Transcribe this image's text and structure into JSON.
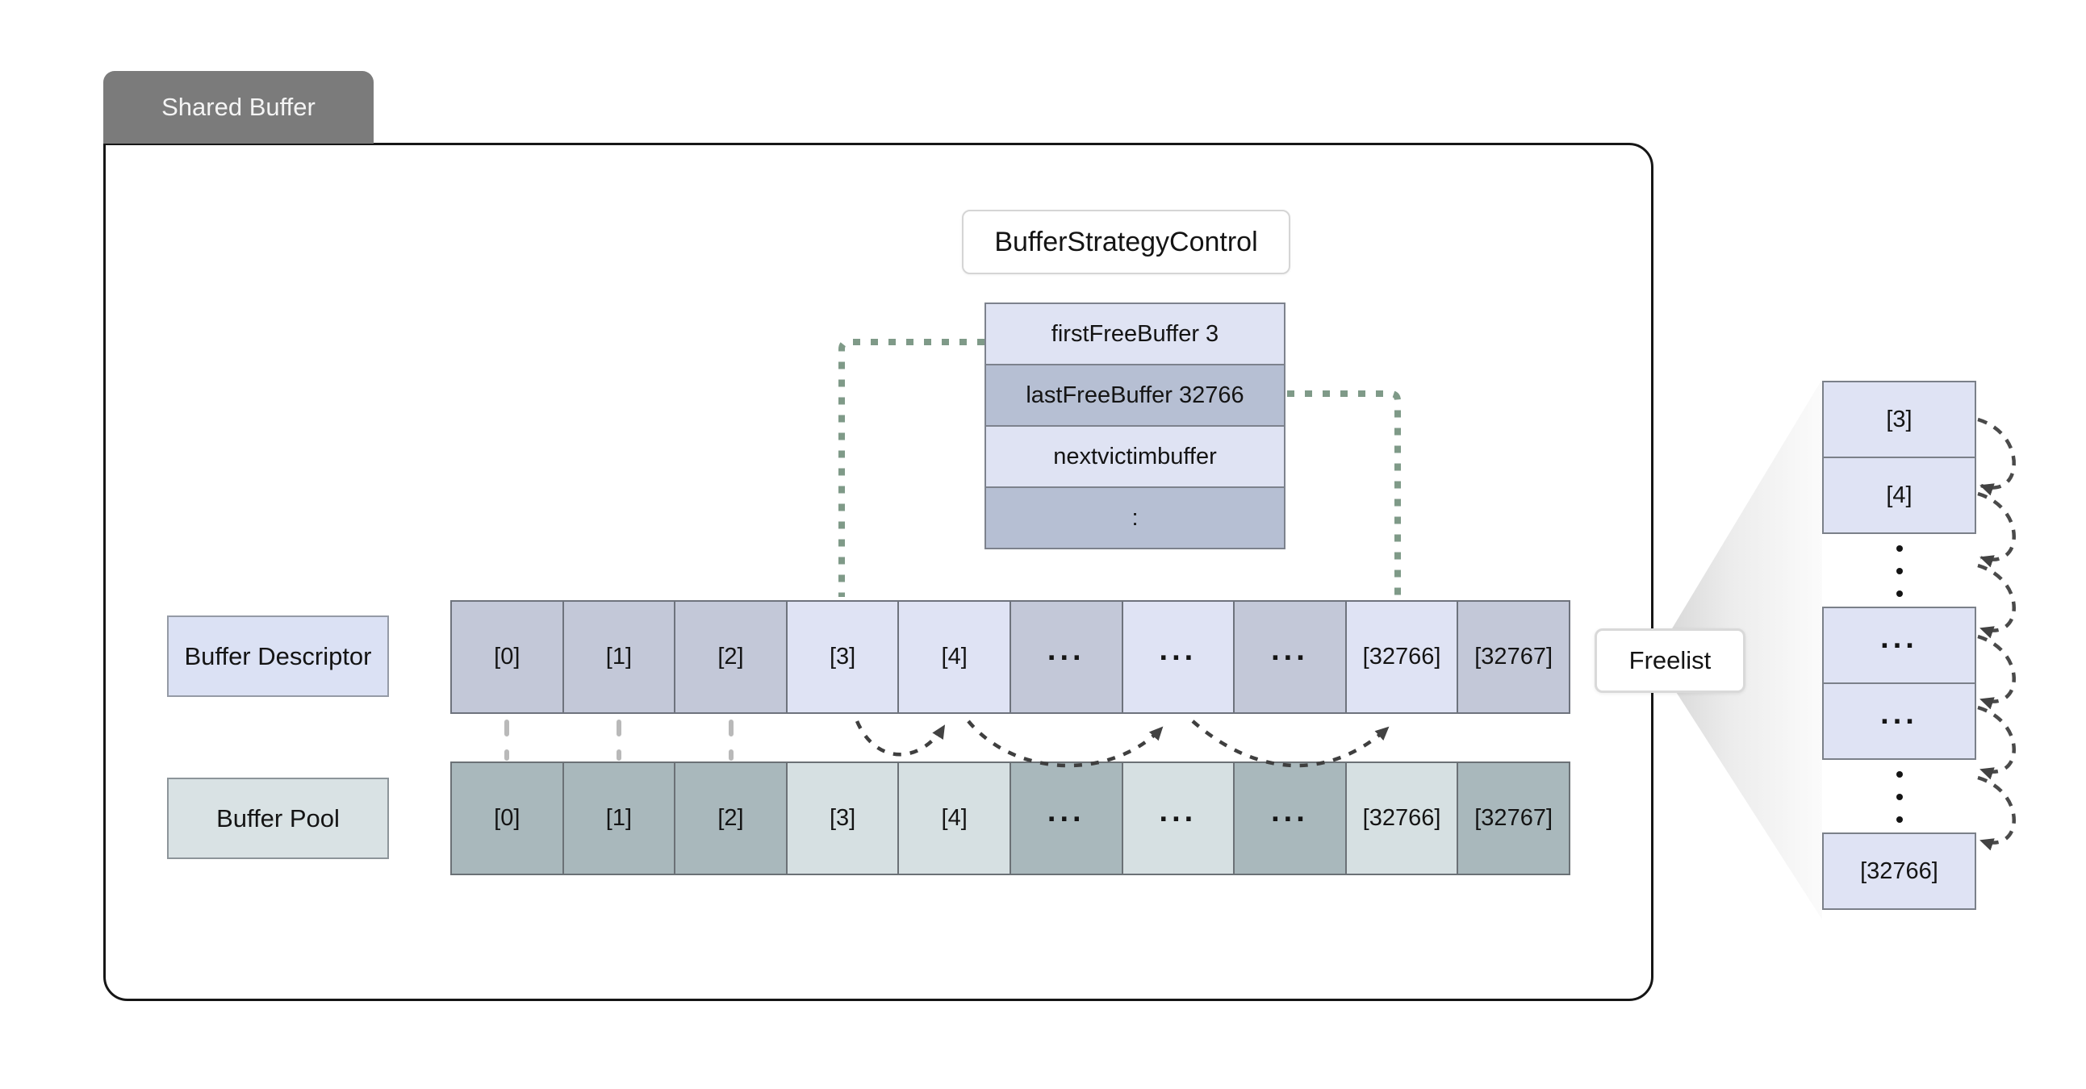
{
  "colors": {
    "tab_bg": "#7b7b7b",
    "accent_green": "#7f9a88",
    "ctrl_light": "#dfe3f3",
    "ctrl_dark": "#b6bfd3",
    "desc_label_bg": "#dbe1f4",
    "desc_light": "#dfe3f4",
    "desc_dark": "#c3c8d8",
    "pool_label_bg": "#d9e2e4",
    "pool_light": "#d6e0e2",
    "pool_dark": "#a9b8bc",
    "fl_item_bg": "#dfe3f4"
  },
  "tab": {
    "label": "Shared Buffer"
  },
  "control": {
    "title": "BufferStrategyControl",
    "rows": [
      {
        "label": "firstFreeBuffer 3",
        "tone": "light"
      },
      {
        "label": "lastFreeBuffer 32766",
        "tone": "dark"
      },
      {
        "label": "nextvictimbuffer",
        "tone": "light"
      },
      {
        "label": ":",
        "tone": "dark"
      }
    ]
  },
  "buffer_descriptor": {
    "label": "Buffer Descriptor",
    "cells": [
      {
        "text": "[0]",
        "tone": "dark"
      },
      {
        "text": "[1]",
        "tone": "dark"
      },
      {
        "text": "[2]",
        "tone": "dark"
      },
      {
        "text": "[3]",
        "tone": "light"
      },
      {
        "text": "[4]",
        "tone": "light"
      },
      {
        "text": "...",
        "tone": "dark",
        "dots": true
      },
      {
        "text": "...",
        "tone": "light",
        "dots": true
      },
      {
        "text": "...",
        "tone": "dark",
        "dots": true
      },
      {
        "text": "[32766]",
        "tone": "light"
      },
      {
        "text": "[32767]",
        "tone": "dark"
      }
    ]
  },
  "buffer_pool": {
    "label": "Buffer Pool",
    "cells": [
      {
        "text": "[0]",
        "tone": "dark"
      },
      {
        "text": "[1]",
        "tone": "dark"
      },
      {
        "text": "[2]",
        "tone": "dark"
      },
      {
        "text": "[3]",
        "tone": "light"
      },
      {
        "text": "[4]",
        "tone": "light"
      },
      {
        "text": "...",
        "tone": "dark",
        "dots": true
      },
      {
        "text": "...",
        "tone": "light",
        "dots": true
      },
      {
        "text": "...",
        "tone": "dark",
        "dots": true
      },
      {
        "text": "[32766]",
        "tone": "light"
      },
      {
        "text": "[32767]",
        "tone": "dark"
      }
    ]
  },
  "freelist": {
    "label": "Freelist",
    "items": [
      {
        "type": "box",
        "text": "[3]"
      },
      {
        "type": "box",
        "text": "[4]"
      },
      {
        "type": "dots"
      },
      {
        "type": "box",
        "text": "...",
        "dots": true
      },
      {
        "type": "box",
        "text": "...",
        "dots": true
      },
      {
        "type": "dots"
      },
      {
        "type": "box",
        "text": "[32766]"
      }
    ]
  }
}
